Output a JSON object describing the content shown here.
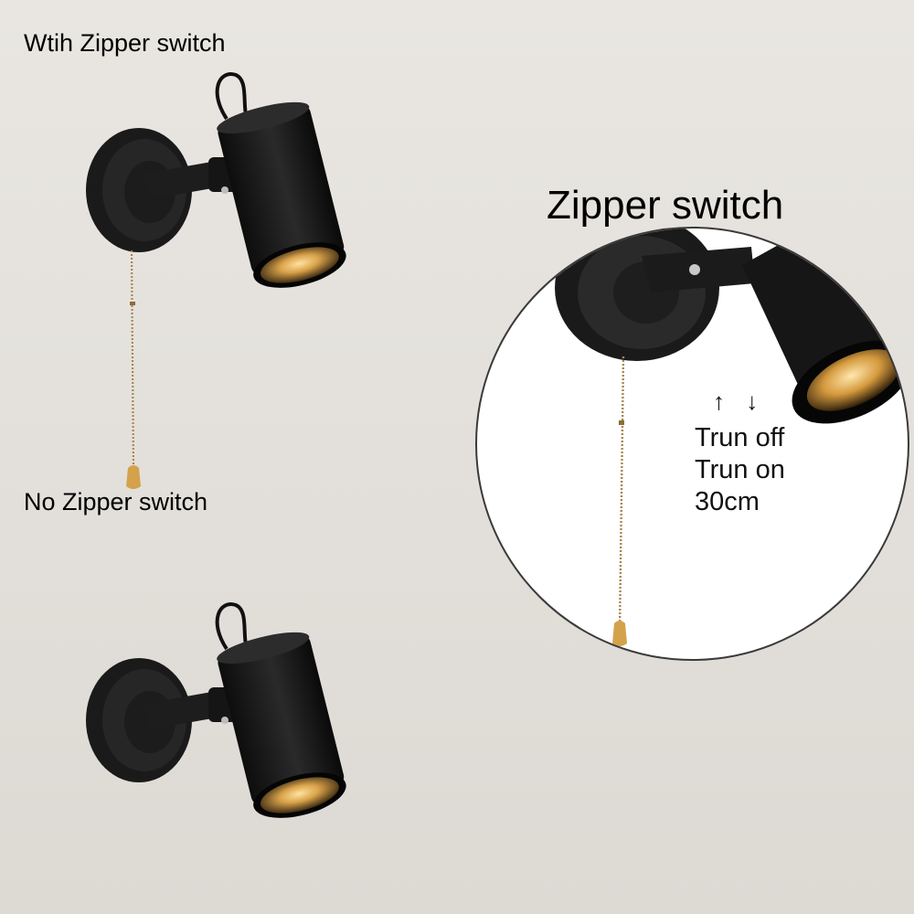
{
  "labels": {
    "with_zipper": "Wtih Zipper switch",
    "no_zipper": "No Zipper switch"
  },
  "zoom": {
    "title": "Zipper switch",
    "arrows": "↑ ↓",
    "turn_off": "Trun off",
    "turn_on": "Trun on",
    "length": "30cm"
  },
  "colors": {
    "background": "#e6e3de",
    "lamp_body": "#141414",
    "bulb_glow": "#d9a24a",
    "chain": "#a8874f",
    "pull_knob": "#d4a24c"
  }
}
